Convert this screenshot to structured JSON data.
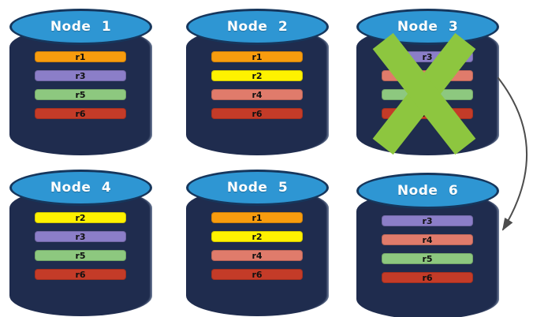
{
  "diagram": {
    "description": "Replicated database nodes with failed node handoff",
    "colors": {
      "background": "#FFFFFF",
      "cylinder_body": "#1F2C4E",
      "cylinder_top": "#2E96D3",
      "cylinder_top_border": "#16365C",
      "title_text": "#FFFFFF",
      "replica_label_text": "#111111"
    },
    "palette": {
      "r1": "#F89C0E",
      "r2": "#FEF200",
      "r3": "#8B7EC8",
      "r4": "#E07B6B",
      "r5": "#8DC87F",
      "r6": "#C43B28"
    },
    "nodes": [
      {
        "title": "Node 1",
        "failed": false,
        "replicas": [
          "r1",
          "r3",
          "r5",
          "r6"
        ]
      },
      {
        "title": "Node 2",
        "failed": false,
        "replicas": [
          "r1",
          "r2",
          "r4",
          "r6"
        ]
      },
      {
        "title": "Node 3",
        "failed": true,
        "replicas": [
          "r3",
          "r4",
          "r5",
          "r6"
        ]
      },
      {
        "title": "Node 4",
        "failed": false,
        "replicas": [
          "r2",
          "r3",
          "r5",
          "r6"
        ]
      },
      {
        "title": "Node 5",
        "failed": false,
        "replicas": [
          "r1",
          "r2",
          "r4",
          "r6"
        ]
      },
      {
        "title": "Node 6",
        "failed": false,
        "replicas": [
          "r3",
          "r4",
          "r5",
          "r6"
        ]
      }
    ],
    "failure_x": {
      "node": "Node 3",
      "color": "#8DC63F"
    },
    "arrow": {
      "from": "Node 3",
      "to": "Node 6",
      "color": "#4D4D4D"
    }
  }
}
